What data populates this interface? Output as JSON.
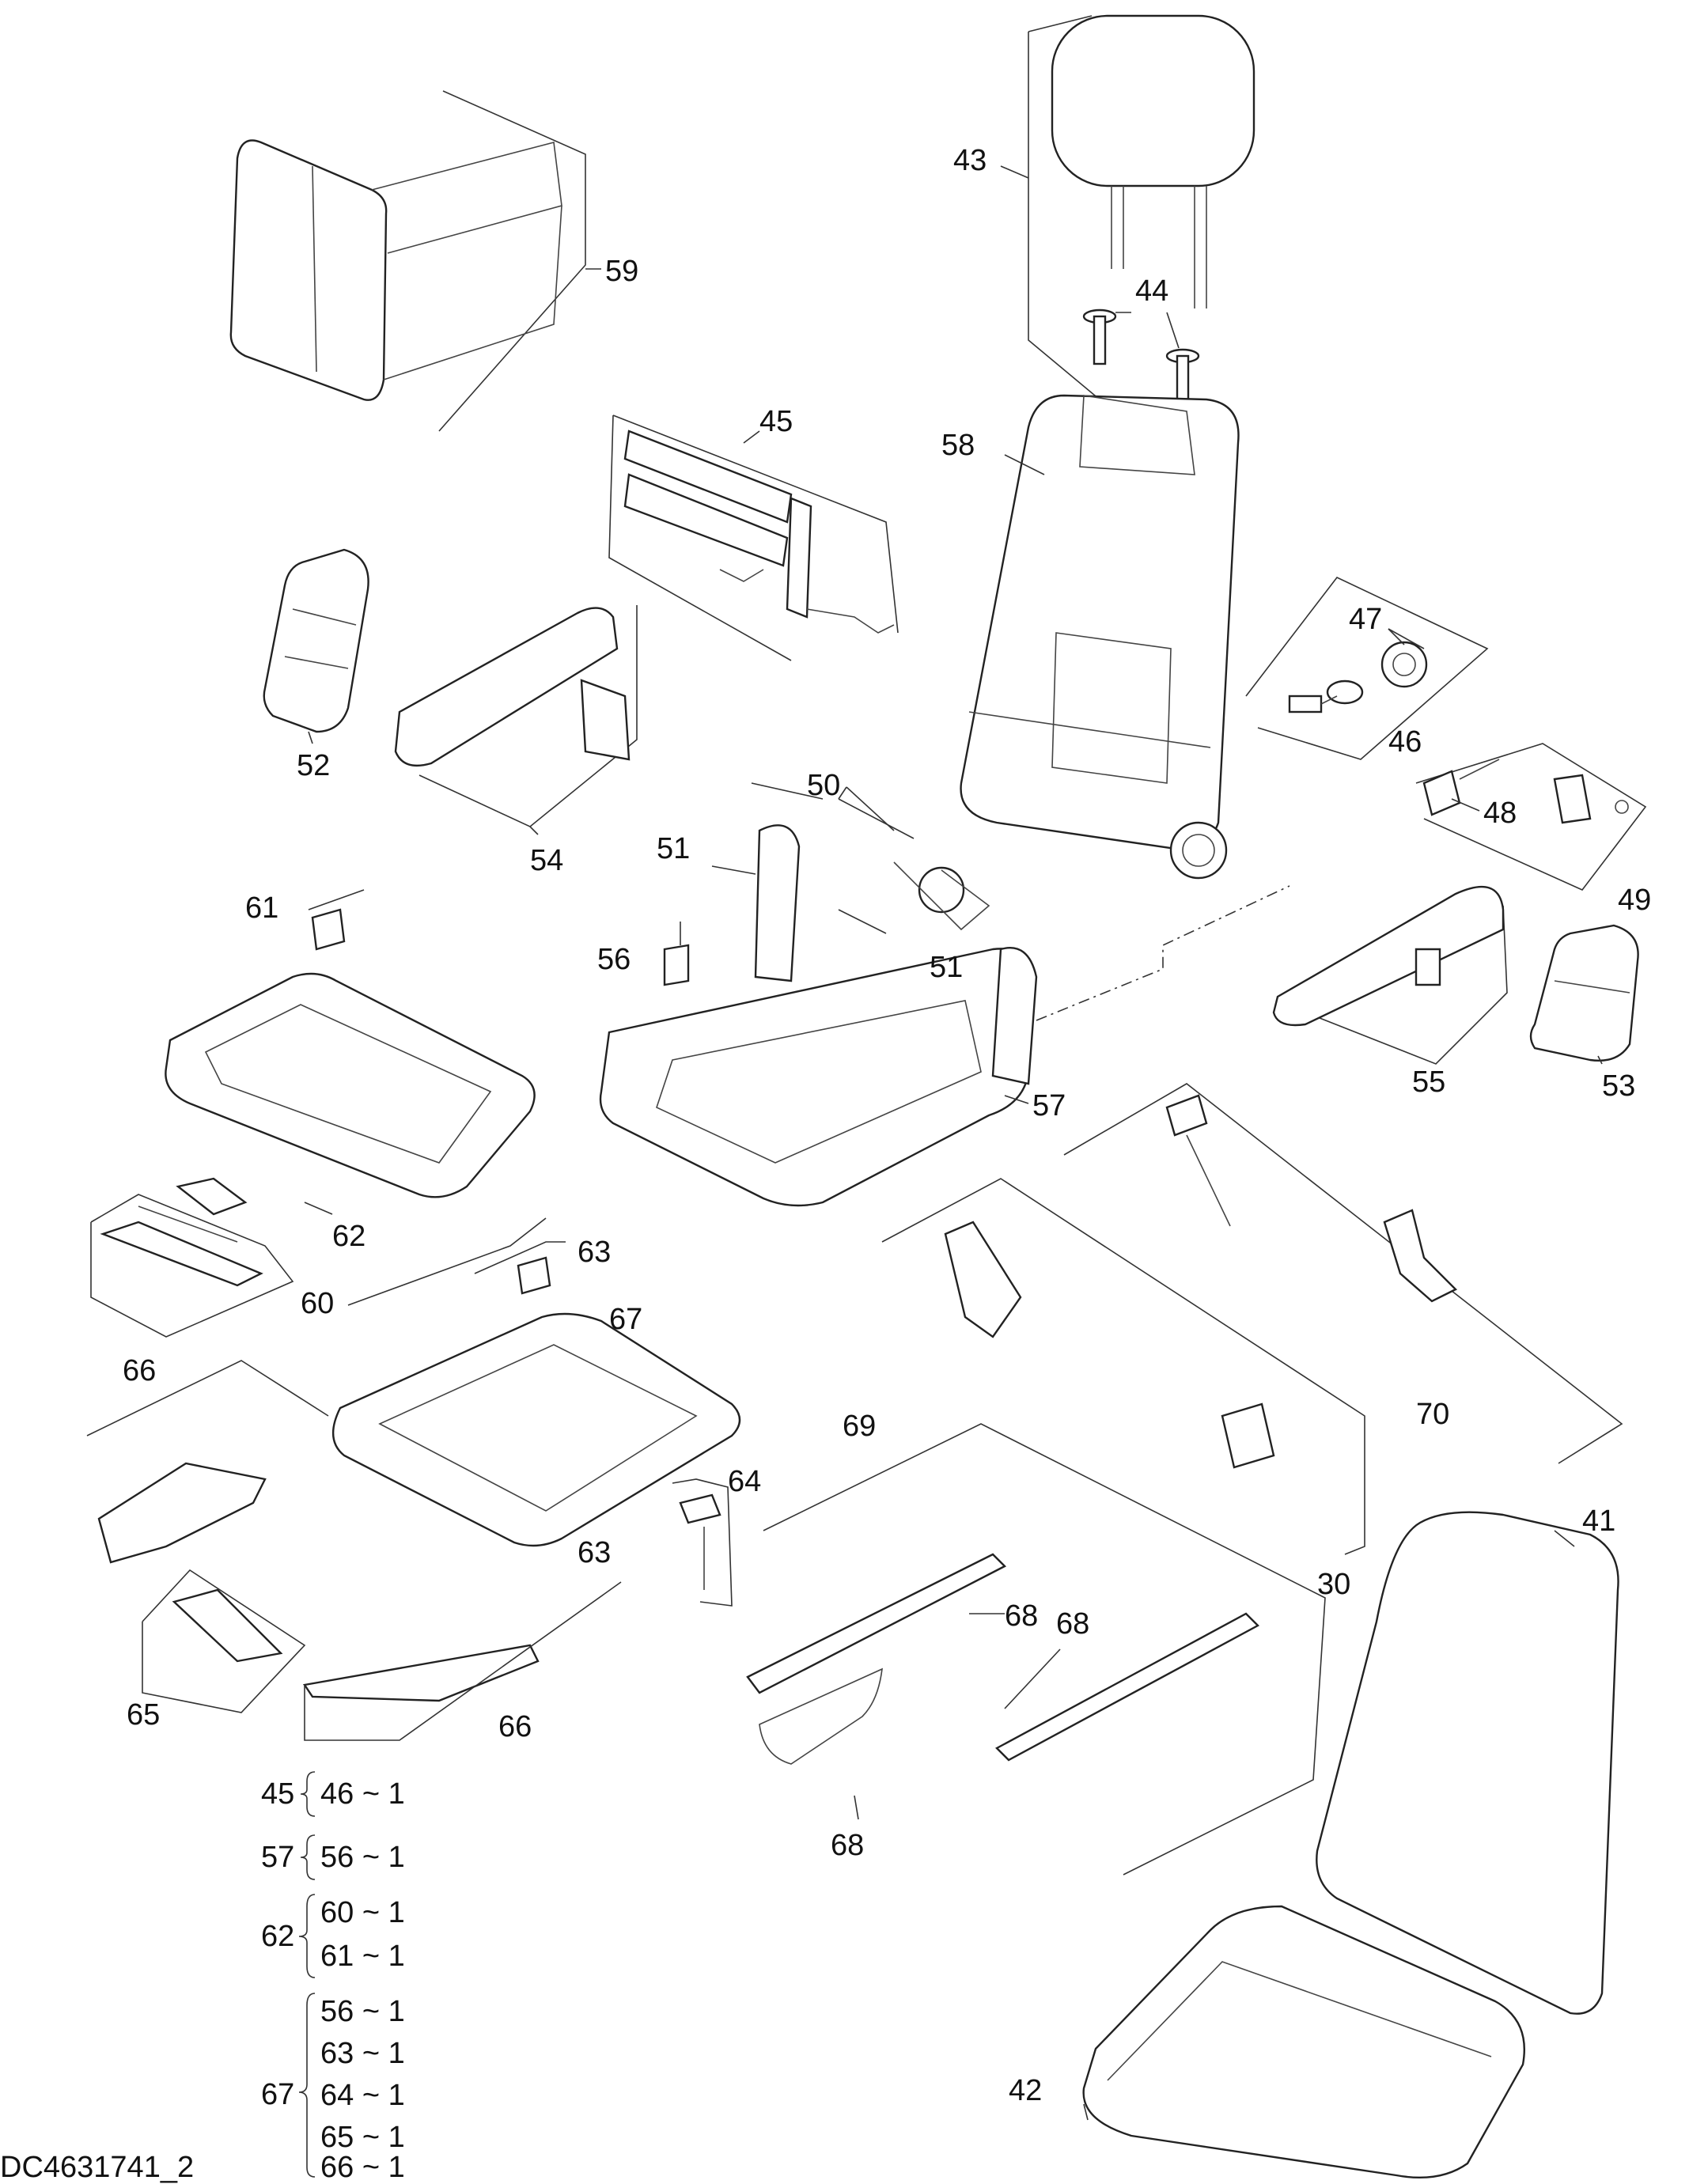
{
  "diagram": {
    "document_id": "DC4631741_2",
    "callouts": {
      "c43": "43",
      "c44": "44",
      "c58": "58",
      "c59": "59",
      "c45": "45",
      "c47": "47",
      "c46": "46",
      "c52": "52",
      "c54": "54",
      "c50": "50",
      "c51a": "51",
      "c51b": "51",
      "c48": "48",
      "c49": "49",
      "c61": "61",
      "c56": "56",
      "c57": "57",
      "c55": "55",
      "c53": "53",
      "c62": "62",
      "c63a": "63",
      "c63b": "63",
      "c60": "60",
      "c67": "67",
      "c70": "70",
      "c66a": "66",
      "c66b": "66",
      "c64": "64",
      "c69": "69",
      "c68a": "68",
      "c68b": "68",
      "c68c": "68",
      "c30": "30",
      "c41": "41",
      "c65": "65",
      "c42": "42"
    },
    "assembly_legend": [
      {
        "parent": "45",
        "children": [
          "46 ~ 1"
        ]
      },
      {
        "parent": "57",
        "children": [
          "56 ~ 1"
        ]
      },
      {
        "parent": "62",
        "children": [
          "60 ~ 1",
          "61 ~ 1"
        ]
      },
      {
        "parent": "67",
        "children": [
          "56 ~ 1",
          "63 ~ 1",
          "64 ~ 1",
          "65 ~ 1",
          "66 ~ 1"
        ]
      }
    ]
  }
}
